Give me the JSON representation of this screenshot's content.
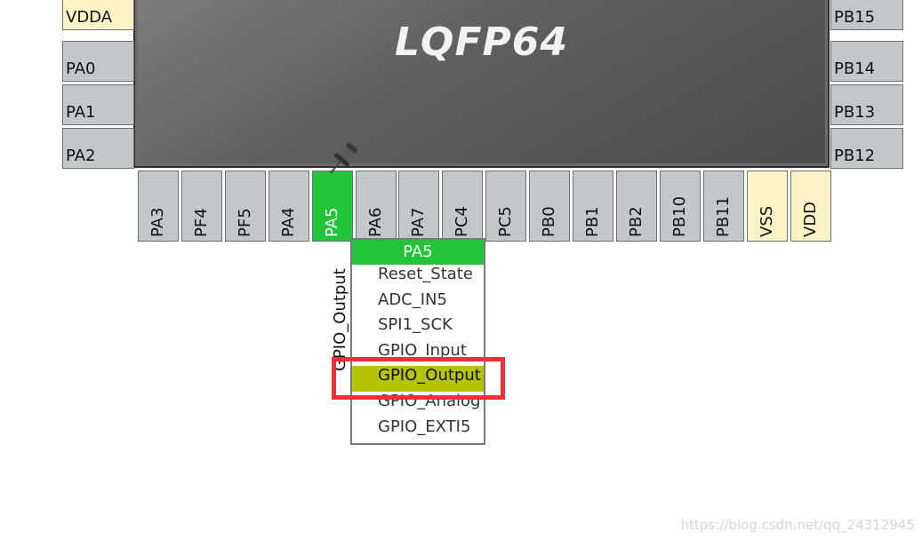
{
  "chip": {
    "title": "LQFP64"
  },
  "left_pins": [
    {
      "label": "VDDA",
      "type": "power"
    },
    {
      "label": "PA0",
      "type": "io"
    },
    {
      "label": "PA1",
      "type": "io"
    },
    {
      "label": "PA2",
      "type": "io"
    }
  ],
  "right_pins": [
    {
      "label": "PB15",
      "type": "io"
    },
    {
      "label": "PB14",
      "type": "io"
    },
    {
      "label": "PB13",
      "type": "io"
    },
    {
      "label": "PB12",
      "type": "io"
    }
  ],
  "bottom_pins": [
    {
      "label": "PA3",
      "type": "io"
    },
    {
      "label": "PF4",
      "type": "io"
    },
    {
      "label": "PF5",
      "type": "io"
    },
    {
      "label": "PA4",
      "type": "io"
    },
    {
      "label": "PA5",
      "type": "active"
    },
    {
      "label": "PA6",
      "type": "io"
    },
    {
      "label": "PA7",
      "type": "io"
    },
    {
      "label": "PC4",
      "type": "io"
    },
    {
      "label": "PC5",
      "type": "io"
    },
    {
      "label": "PB0",
      "type": "io"
    },
    {
      "label": "PB1",
      "type": "io"
    },
    {
      "label": "PB2",
      "type": "io"
    },
    {
      "label": "PB10",
      "type": "io"
    },
    {
      "label": "PB11",
      "type": "io"
    },
    {
      "label": "VSS",
      "type": "power"
    },
    {
      "label": "VDD",
      "type": "power"
    }
  ],
  "pin_signal_label": "GPIO_Output",
  "menu": {
    "header": "PA5",
    "items": [
      "Reset_State",
      "ADC_IN5",
      "SPI1_SCK",
      "GPIO_Input",
      "GPIO_Output",
      "GPIO_Analog",
      "GPIO_EXTI5"
    ],
    "selected": "GPIO_Output"
  },
  "watermark": "https://blog.csdn.net/qq_24312945",
  "colors": {
    "active_pin": "#22c43a",
    "selected_item": "#b5c400",
    "highlight": "#ee2f36",
    "power_pin": "#fdf3c6",
    "io_pin": "#c2c7ca"
  }
}
